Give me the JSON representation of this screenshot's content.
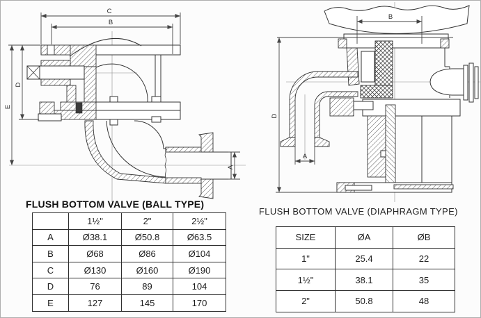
{
  "sheet": {
    "background": "#fcfcfc",
    "line_color": "#333333"
  },
  "ball_type": {
    "title": "FLUSH BOTTOM VALVE (BALL TYPE)",
    "dims": {
      "c": "C",
      "b": "B",
      "e": "E",
      "d": "D",
      "a": "A"
    },
    "table": {
      "columns": [
        "",
        "1½\"",
        "2\"",
        "2½\""
      ],
      "rows": [
        {
          "label": "A",
          "v1": "Ø38.1",
          "v2": "Ø50.8",
          "v3": "Ø63.5"
        },
        {
          "label": "B",
          "v1": "Ø68",
          "v2": "Ø86",
          "v3": "Ø104"
        },
        {
          "label": "C",
          "v1": "Ø130",
          "v2": "Ø160",
          "v3": "Ø190"
        },
        {
          "label": "D",
          "v1": "76",
          "v2": "89",
          "v3": "104"
        },
        {
          "label": "E",
          "v1": "127",
          "v2": "145",
          "v3": "170"
        }
      ]
    }
  },
  "diaphragm_type": {
    "title": "FLUSH BOTTOM VALVE (DIAPHRAGM TYPE)",
    "dims": {
      "b": "B",
      "d": "D",
      "a": "A"
    },
    "table": {
      "columns": [
        "SIZE",
        "ØA",
        "ØB"
      ],
      "rows": [
        {
          "size": "1\"",
          "a": "25.4",
          "b": "22"
        },
        {
          "size": "1½\"",
          "a": "38.1",
          "b": "35"
        },
        {
          "size": "2\"",
          "a": "50.8",
          "b": "48"
        }
      ]
    }
  }
}
